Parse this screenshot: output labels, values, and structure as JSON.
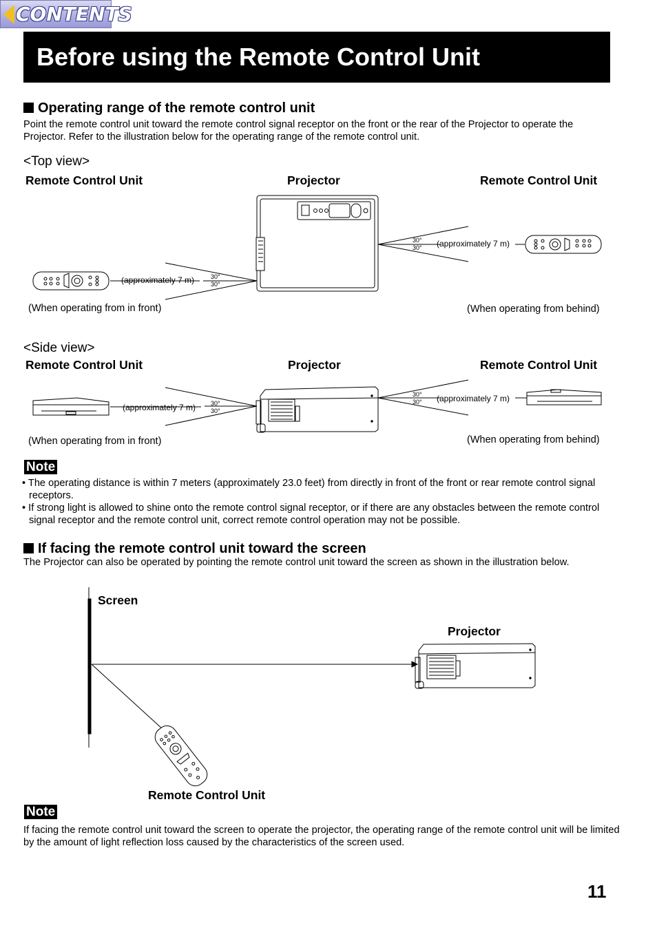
{
  "nav": {
    "contents_label": "CONTENTS"
  },
  "title": "Before using the Remote Control Unit",
  "section1": {
    "heading": "Operating range of the remote control unit",
    "body": "Point the remote control unit toward the remote control signal receptor on the front or the rear of the Projector to operate the Projector. Refer to the illustration below for the operating range of the remote control unit."
  },
  "top_view": {
    "heading": "<Top view>",
    "left_label": "Remote Control Unit",
    "center_label": "Projector",
    "right_label": "Remote Control Unit",
    "distance_left": "(approximately 7 m)",
    "distance_right": "(approximately 7 m)",
    "angle": "30°",
    "caption_left": "(When operating from in front)",
    "caption_right": "(When operating from behind)"
  },
  "side_view": {
    "heading": "<Side view>",
    "left_label": "Remote Control Unit",
    "center_label": "Projector",
    "right_label": "Remote Control Unit",
    "distance_left": "(approximately 7 m)",
    "distance_right": "(approximately 7 m)",
    "angle": "30°",
    "caption_left": "(When operating from in front)",
    "caption_right": "(When operating from behind)"
  },
  "note1": {
    "badge": "Note",
    "items": [
      "The operating distance is within 7 meters (approximately 23.0 feet) from directly in front of the front or rear remote control signal receptors.",
      "If strong light is allowed to shine onto the remote control signal receptor, or if there are any obstacles between the remote control signal receptor and the remote control unit, correct remote control operation may not be possible."
    ]
  },
  "section2": {
    "heading": "If facing the remote control unit toward the screen",
    "body": "The Projector can also be operated by pointing the remote control unit toward the screen as shown in the illustration below.",
    "screen_label": "Screen",
    "projector_label": "Projector",
    "remote_label": "Remote Control Unit"
  },
  "note2": {
    "badge": "Note",
    "text": "If facing the remote control unit toward the screen to operate the projector, the operating range of the remote control unit will be limited by the amount of light reflection loss caused by the characteristics of the screen used."
  },
  "page_number": "11"
}
